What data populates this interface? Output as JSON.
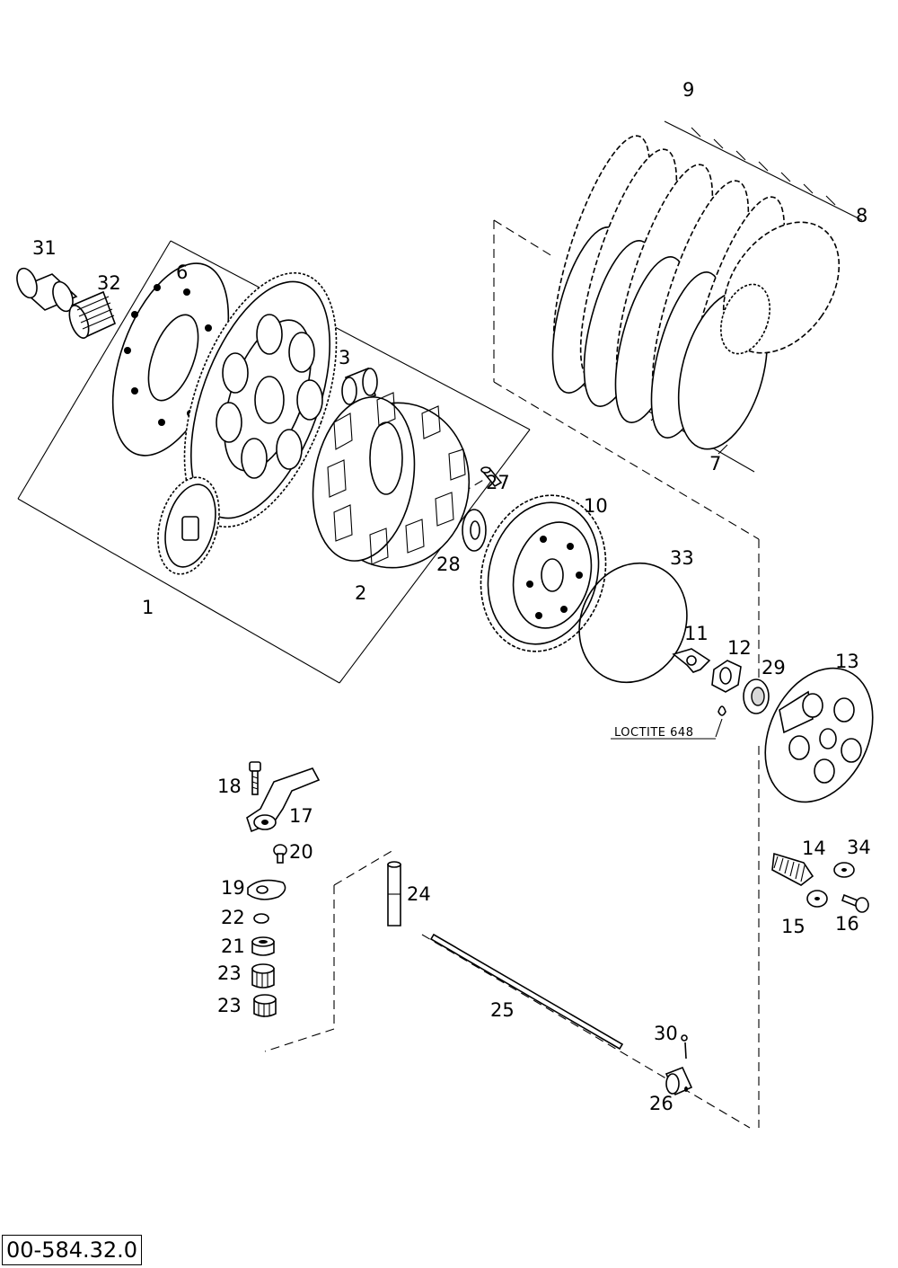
{
  "diagram": {
    "part_labels": [
      "1",
      "2",
      "3",
      "6",
      "7",
      "8",
      "9",
      "10",
      "11",
      "12",
      "13",
      "14",
      "15",
      "16",
      "17",
      "18",
      "19",
      "20",
      "21",
      "22",
      "23",
      "23",
      "24",
      "25",
      "26",
      "27",
      "28",
      "29",
      "30",
      "31",
      "32",
      "33",
      "34"
    ],
    "annotation": "LOCTITE 648",
    "reference_number": "00-584.32.0"
  }
}
